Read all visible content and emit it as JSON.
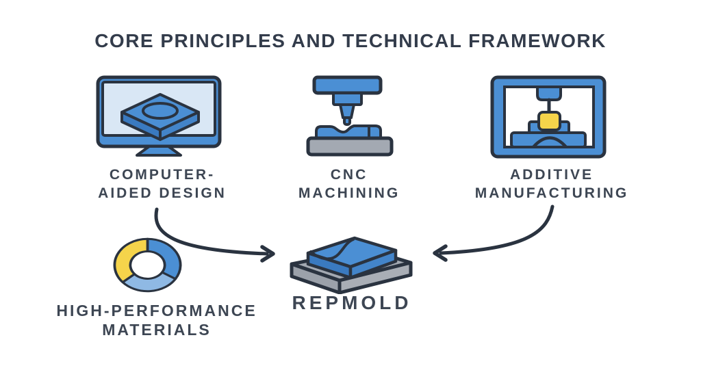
{
  "title": "CORE PRINCIPLES AND TECHNICAL FRAMEWORK",
  "nodes": {
    "cad": {
      "line1": "COMPUTER-",
      "line2": "AIDED DESIGN",
      "icon": "computer-monitor-cad-icon"
    },
    "cnc": {
      "line1": "CNC",
      "line2": "MACHINING",
      "icon": "cnc-milling-machine-icon"
    },
    "additive": {
      "line1": "ADDITIVE",
      "line2": "MANUFACTURING",
      "icon": "3d-printer-icon"
    },
    "materials": {
      "line1": "HIGH-PERFORMANCE",
      "line2": "MATERIALS",
      "icon": "donut-chart-icon"
    },
    "repmold": {
      "label": "REPMOLD",
      "icon": "mold-block-icon"
    }
  },
  "arrows": [
    {
      "name": "cad-to-repmold",
      "from": "computer-aided-design",
      "to": "repmold",
      "direction": "curves-down-right"
    },
    {
      "name": "additive-to-repmold",
      "from": "additive-manufacturing",
      "to": "repmold",
      "direction": "curves-down-left"
    }
  ],
  "donut_icon_segments": [
    {
      "name": "blue",
      "color": "#4b8fd4",
      "start_deg": 0,
      "end_deg": 122
    },
    {
      "name": "light-blue",
      "color": "#8fb9e4",
      "start_deg": 122,
      "end_deg": 229
    },
    {
      "name": "yellow",
      "color": "#f5d44b",
      "start_deg": 229,
      "end_deg": 360
    }
  ],
  "colors": {
    "background": "#ffffff",
    "outline": "#2a3340",
    "blue": "#4b8fd4",
    "blue_shade": "#3a7ac0",
    "blue_side": "#4384c9",
    "light_blue": "#8fb9e4",
    "screen_blue": "#d9e7f5",
    "yellow": "#f5d44b",
    "gray": "#a3a9b2",
    "text": "#3d4653",
    "title_text": "#333c4b"
  }
}
